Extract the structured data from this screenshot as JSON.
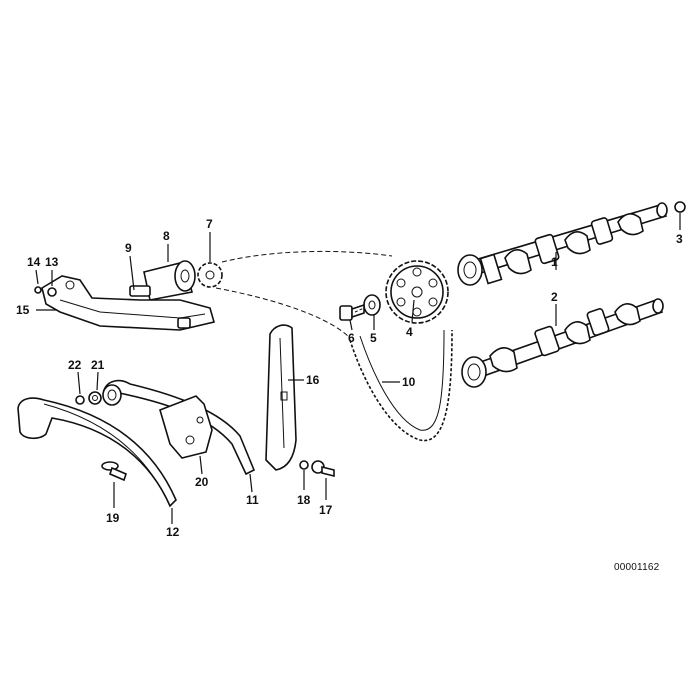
{
  "labels": {
    "p1": "1",
    "p2": "2",
    "p3": "3",
    "p4": "4",
    "p5": "5",
    "p6": "6",
    "p7": "7",
    "p8": "8",
    "p9": "9",
    "p10": "10",
    "p11": "11",
    "p12": "12",
    "p13": "13",
    "p14": "14",
    "p15": "15",
    "p16": "16",
    "p17": "17",
    "p18": "18",
    "p19": "19",
    "p20": "20",
    "p21": "21",
    "p22": "22"
  },
  "document_id": "00001162"
}
